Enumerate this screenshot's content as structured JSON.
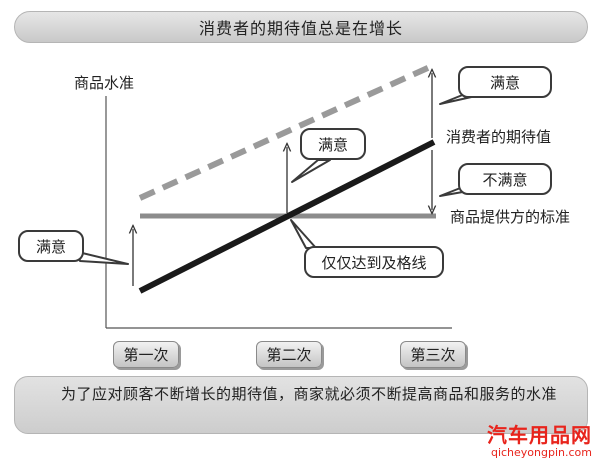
{
  "title": "消费者的期待值总是在增长",
  "y_axis_label": "商品水准",
  "labels": {
    "expectation": "消费者的期待值",
    "standard": "商品提供方的标准",
    "pass": "仅仅达到及格线"
  },
  "bubbles": {
    "satisfied_left": "满意",
    "satisfied_mid": "满意",
    "satisfied_right": "满意",
    "dissatisfied": "不满意"
  },
  "stages": [
    "第一次",
    "第二次",
    "第三次"
  ],
  "footer": "为了应对顾客不断增长的期待值，商家就必须不断提高商品和服务的水准",
  "watermark": {
    "title": "汽车用品网",
    "url": "qicheyongpin.com"
  },
  "colors": {
    "expectation_line": "#9a9a9a",
    "offer_line": "#1a1a1a",
    "standard_line": "#8c8c8c",
    "watermark": "#e8241c"
  }
}
